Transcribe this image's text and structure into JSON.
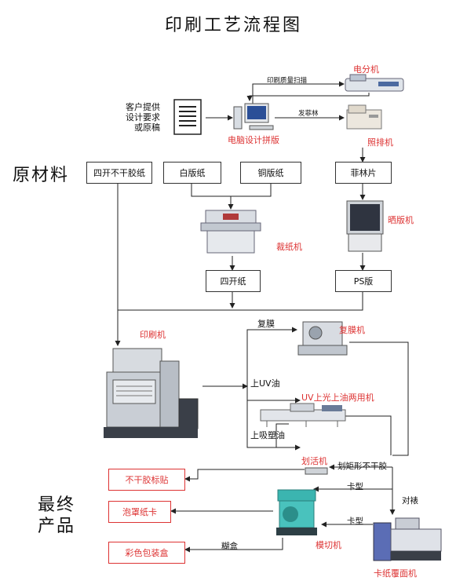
{
  "title": "印刷工艺流程图",
  "sections": {
    "raw": "原材料",
    "final1": "最终",
    "final2": "产品"
  },
  "client": {
    "l1": "客户提供",
    "l2": "设计要求",
    "l3": "或原稿"
  },
  "machines": {
    "separator": "电分机",
    "computer": "电脑设计拼版",
    "typesetter": "照排机",
    "exposure": "晒版机",
    "cutter": "裁纸机",
    "press": "印刷机",
    "laminator": "复膜机",
    "uv": "UV上光上油两用机",
    "scorer": "划活机",
    "diecut": "模切机",
    "mounter": "卡纸覆面机"
  },
  "boxes": {
    "sikai": "四开不干胶纸",
    "baiban": "白版纸",
    "tongban": "铜版纸",
    "feilin": "菲林片",
    "sikaizhi": "四开纸",
    "ps": "PS版"
  },
  "products": {
    "label": "不干胶标贴",
    "card": "泡罩纸卡",
    "pack": "彩色包装盒"
  },
  "labels": {
    "scan": "印刷质量扫描",
    "film": "发菲林",
    "fumo": "复膜",
    "uv_oil": "上UV油",
    "xisuyou": "上吸塑油",
    "huajuxing": "划矩形不干胶",
    "kaxing1": "卡型",
    "duibiao": "对裱",
    "kaxing2": "卡型",
    "hu": "糊盒"
  }
}
